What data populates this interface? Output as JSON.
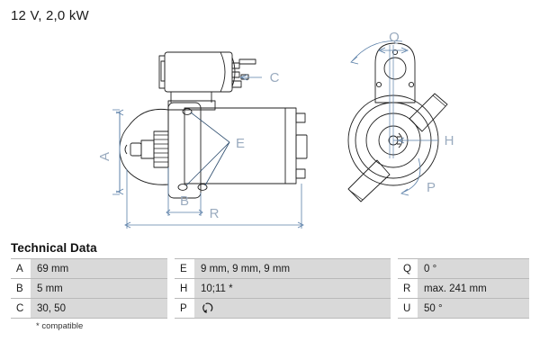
{
  "title": "12 V, 2,0 kW",
  "drawings": {
    "side_view": {
      "name": "starter-motor-side-view",
      "callouts": [
        "A",
        "B",
        "C",
        "E",
        "R"
      ]
    },
    "front_view": {
      "name": "starter-motor-front-view",
      "callouts": [
        "Q",
        "H",
        "P"
      ]
    }
  },
  "technical_data": {
    "heading": "Technical Data",
    "rows": [
      {
        "k1": "A",
        "v1": "69 mm",
        "k2": "E",
        "v2": "9 mm, 9 mm, 9 mm",
        "k3": "Q",
        "v3": "0 °"
      },
      {
        "k1": "B",
        "v1": "5 mm",
        "k2": "H",
        "v2": "10;11 *",
        "k3": "R",
        "v3": "max. 241 mm"
      },
      {
        "k1": "C",
        "v1": "30, 50",
        "k2": "P",
        "v2": "",
        "k3": "U",
        "v3": "50 °"
      }
    ],
    "p_icon": "rotation-counterclockwise-icon",
    "footnote": "* compatible"
  },
  "colors": {
    "dimension_line": "#5a7fa8",
    "dimension_label": "#9aabbf",
    "outline": "#1f1f1f",
    "cell_value_bg": "#d9d9d9",
    "text": "#1a1a1a"
  }
}
